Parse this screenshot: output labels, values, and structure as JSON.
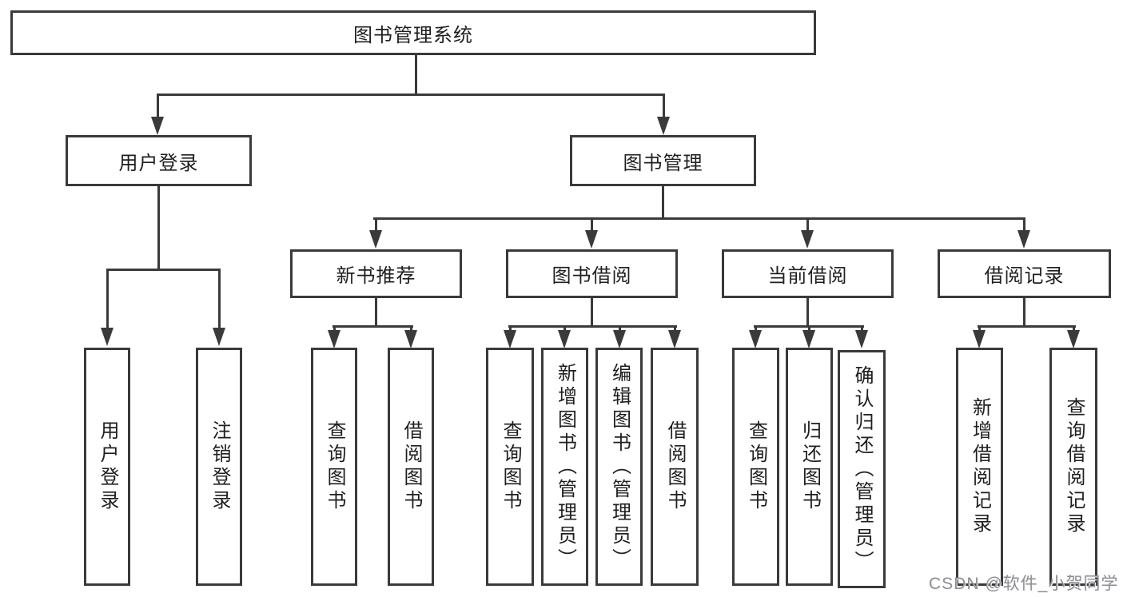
{
  "diagram": {
    "root": {
      "label": "图书管理系统"
    },
    "level2": [
      {
        "id": "user-login",
        "label": "用户登录"
      },
      {
        "id": "book-management",
        "label": "图书管理"
      }
    ],
    "level3": [
      {
        "id": "new-book-recommendation",
        "label": "新书推荐"
      },
      {
        "id": "book-borrowing",
        "label": "图书借阅"
      },
      {
        "id": "current-borrowing",
        "label": "当前借阅"
      },
      {
        "id": "borrowing-records",
        "label": "借阅记录"
      }
    ],
    "leaves": {
      "user_login": [
        "用户登录",
        "注销登录"
      ],
      "new_book": [
        "查询图书",
        "借阅图书"
      ],
      "book_borrow": [
        "查询图书",
        "新增图书（管理员）",
        "编辑图书（管理员）",
        "借阅图书"
      ],
      "current_borrow": [
        "查询图书",
        "归还图书",
        "确认归还（管理员）"
      ],
      "records": [
        "新增借阅记录",
        "查询借阅记录"
      ]
    },
    "colors": {
      "line": "#3a3a3a",
      "text": "#1f1f1f",
      "background": "#ffffff",
      "watermark": "#8e8e93"
    }
  },
  "watermark": {
    "text": "CSDN @软件_小贺同学"
  }
}
